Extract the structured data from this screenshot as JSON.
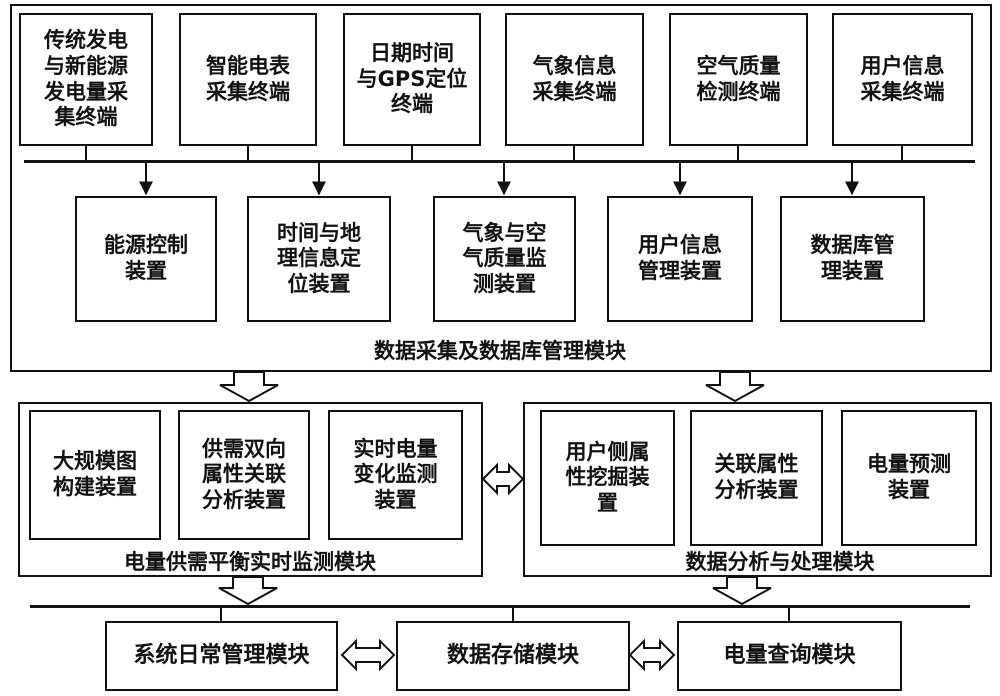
{
  "terminals": [
    "传统发电\n与新能源\n发电量采\n集终端",
    "智能电表\n采集终端",
    "日期时间\n与GPS定位\n终端",
    "气象信息\n采集终端",
    "空气质量\n检测终端",
    "用户信息\n采集终端"
  ],
  "devices": [
    "能源控制\n装置",
    "时间与地\n理信息定\n位装置",
    "气象与空\n气质量监\n测装置",
    "用户信息\n管理装置",
    "数据库管\n理装置"
  ],
  "collection_module_label": "数据采集及数据库管理模块",
  "monitor_module": {
    "label": "电量供需平衡实时监测模块",
    "items": [
      "大规模图\n构建装置",
      "供需双向\n属性关联\n分析装置",
      "实时电量\n变化监测\n装置"
    ]
  },
  "analysis_module": {
    "label": "数据分析与处理模块",
    "items": [
      "用户侧属\n性挖掘装\n置",
      "关联属性\n分析装置",
      "电量预测\n装置"
    ]
  },
  "bottom_modules": [
    "系统日常管理模块",
    "数据存储模块",
    "电量查询模块"
  ]
}
